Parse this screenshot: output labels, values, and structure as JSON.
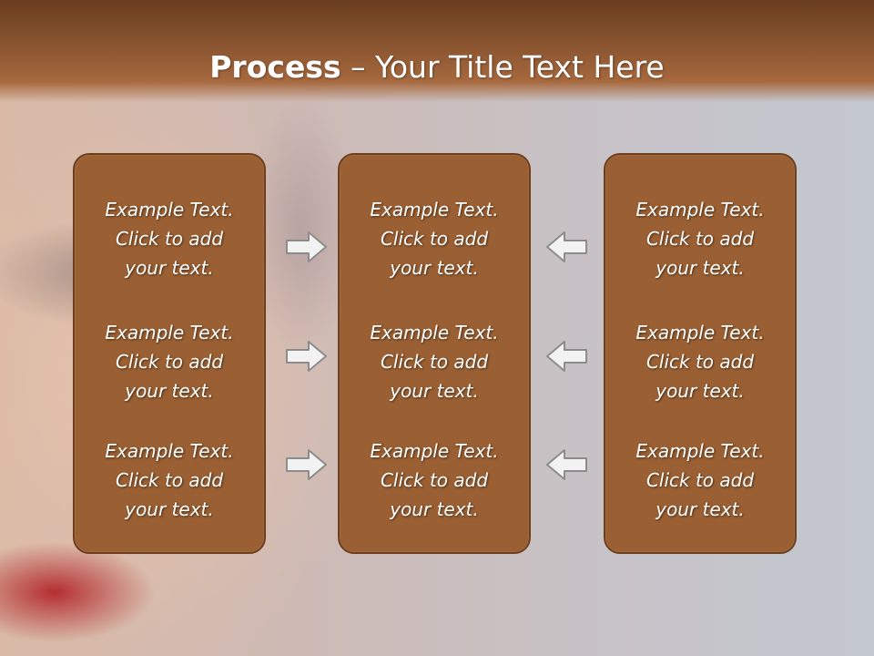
{
  "slide": {
    "title_bold": "Process",
    "title_rest": " – Your Title Text Here"
  },
  "columns": [
    {
      "items": [
        {
          "line1": "Example Text.",
          "line2": "Click  to add",
          "line3": "your text."
        },
        {
          "line1": "Example Text.",
          "line2": "Click  to add",
          "line3": "your text."
        },
        {
          "line1": "Example Text.",
          "line2": "Click  to add",
          "line3": "your text."
        }
      ]
    },
    {
      "items": [
        {
          "line1": "Example Text.",
          "line2": "Click  to add",
          "line3": "your text."
        },
        {
          "line1": "Example Text.",
          "line2": "Click  to add",
          "line3": "your text."
        },
        {
          "line1": "Example Text.",
          "line2": "Click  to add",
          "line3": "your text."
        }
      ]
    },
    {
      "items": [
        {
          "line1": "Example Text.",
          "line2": "Click  to add",
          "line3": "your text."
        },
        {
          "line1": "Example Text.",
          "line2": "Click  to add",
          "line3": "your text."
        },
        {
          "line1": "Example Text.",
          "line2": "Click  to add",
          "line3": "your text."
        }
      ]
    }
  ],
  "colors": {
    "panel_fill": "#9a5f32",
    "panel_border": "#6e3f1e",
    "arrow_fill": "#f2f2f2",
    "arrow_stroke": "#8c8c8c"
  },
  "icons": {
    "left_arrows": "arrow-right-icon",
    "right_arrows": "arrow-left-icon"
  }
}
